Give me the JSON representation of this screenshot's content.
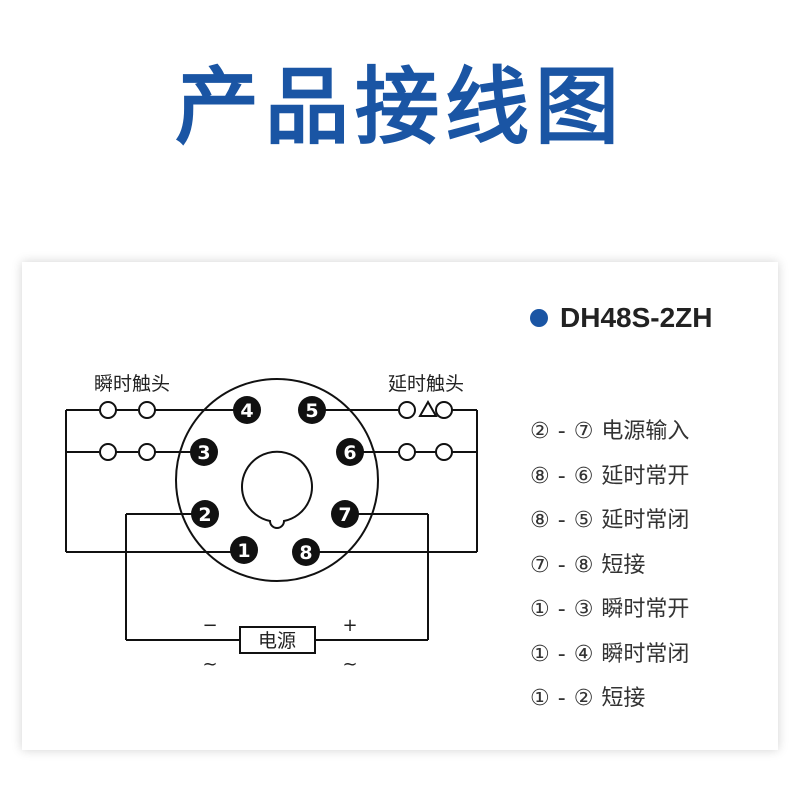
{
  "title": "产品接线图",
  "model": "DH48S-2ZH",
  "diagram": {
    "instant_contact_label": "瞬时触头",
    "delay_contact_label": "延时触头",
    "power_label": "电源",
    "minus": "−",
    "plus": "+",
    "ac_left": "~",
    "ac_right": "~",
    "pins": [
      "1",
      "2",
      "3",
      "4",
      "5",
      "6",
      "7",
      "8"
    ]
  },
  "legend": [
    {
      "from": "②",
      "to": "⑦",
      "desc": "电源输入"
    },
    {
      "from": "⑧",
      "to": "⑥",
      "desc": "延时常开"
    },
    {
      "from": "⑧",
      "to": "⑤",
      "desc": "延时常闭"
    },
    {
      "from": "⑦",
      "to": "⑧",
      "desc": "短接"
    },
    {
      "from": "①",
      "to": "③",
      "desc": "瞬时常开"
    },
    {
      "from": "①",
      "to": "④",
      "desc": "瞬时常闭"
    },
    {
      "from": "①",
      "to": "②",
      "desc": "短接"
    }
  ],
  "colors": {
    "title": "#1a55a4",
    "accent": "#1a55a4",
    "pin": "#111111"
  }
}
